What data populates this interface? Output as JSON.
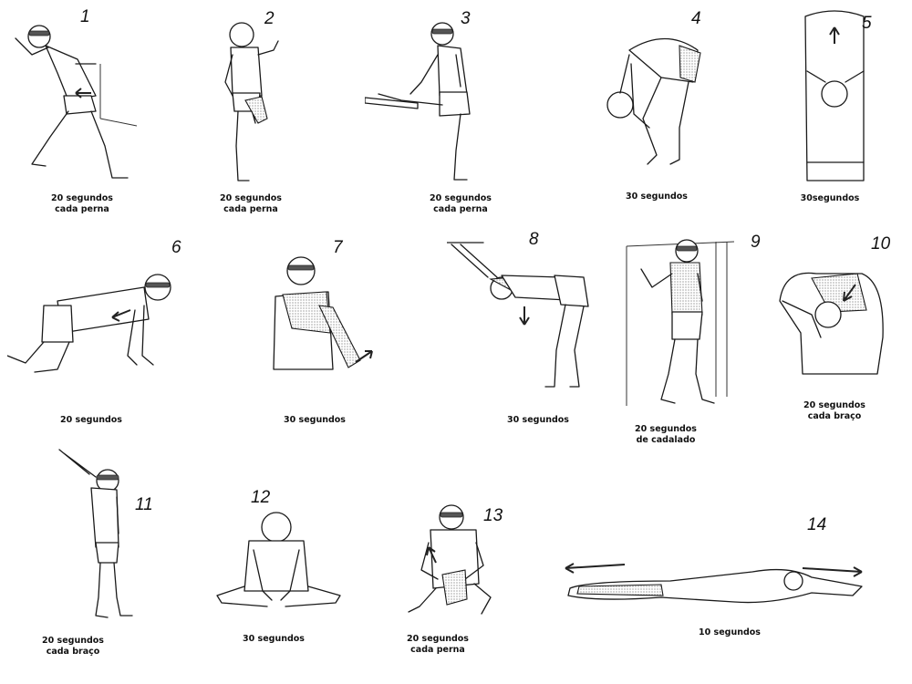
{
  "exercises": [
    {
      "number": "1",
      "caption": [
        "20 segundos",
        "cada perna"
      ]
    },
    {
      "number": "2",
      "caption": [
        "20 segundos",
        "cada perna"
      ]
    },
    {
      "number": "3",
      "caption": [
        "20 segundos",
        "cada perna"
      ]
    },
    {
      "number": "4",
      "caption": [
        "30 segundos"
      ]
    },
    {
      "number": "5",
      "caption": [
        "30segundos"
      ]
    },
    {
      "number": "6",
      "caption": [
        "20 segundos"
      ]
    },
    {
      "number": "7",
      "caption": [
        "30 segundos"
      ]
    },
    {
      "number": "8",
      "caption": [
        "30 segundos"
      ]
    },
    {
      "number": "9",
      "caption": [
        "20 segundos",
        "de cadalado"
      ]
    },
    {
      "number": "10",
      "caption": [
        "20 segundos",
        "cada braço"
      ]
    },
    {
      "number": "11",
      "caption": [
        "20 segundos",
        "cada braço"
      ]
    },
    {
      "number": "12",
      "caption": [
        "30 segundos"
      ]
    },
    {
      "number": "13",
      "caption": [
        "20 segundos",
        "cada perna"
      ]
    },
    {
      "number": "14",
      "caption": [
        "10 segundos"
      ]
    }
  ],
  "illustrations": [
    {
      "icon": "calf-stretch-against-wall-icon"
    },
    {
      "icon": "standing-quad-stretch-icon"
    },
    {
      "icon": "hamstring-stretch-leg-on-bench-icon"
    },
    {
      "icon": "standing-forward-bend-icon"
    },
    {
      "icon": "overhead-arm-stretch-icon"
    },
    {
      "icon": "kneeling-back-stretch-icon"
    },
    {
      "icon": "arm-behind-back-stretch-icon"
    },
    {
      "icon": "bent-over-shoulder-stretch-icon"
    },
    {
      "icon": "wall-calf-stretch-icon"
    },
    {
      "icon": "triceps-overhead-stretch-icon"
    },
    {
      "icon": "side-reach-stretch-icon"
    },
    {
      "icon": "butterfly-seated-stretch-icon"
    },
    {
      "icon": "seated-hip-stretch-icon"
    },
    {
      "icon": "lying-full-body-stretch-icon"
    }
  ]
}
